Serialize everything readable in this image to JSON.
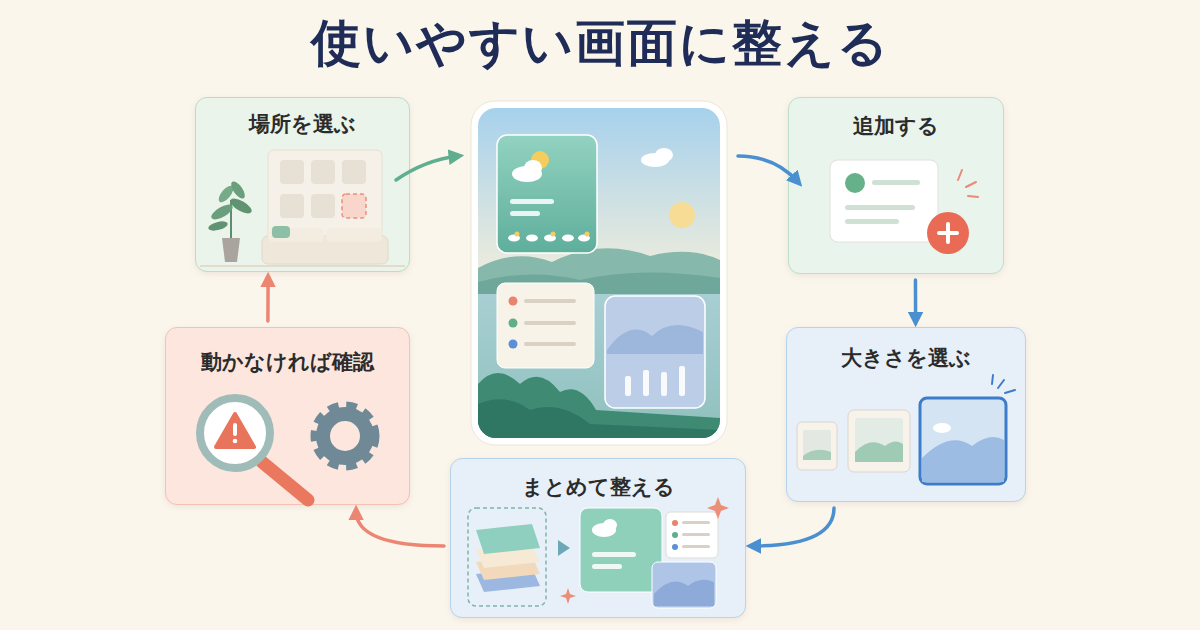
{
  "diagram": {
    "title": "使いやすい画面に整える",
    "nodes": [
      {
        "text": [
          "場所を選ぶ"
        ]
      },
      {
        "text": [
          "追加する"
        ]
      },
      {
        "text": [
          "大きさを選ぶ"
        ]
      },
      {
        "text": [
          "まとめて整える"
        ]
      },
      {
        "text": [
          "動かなければ確認"
        ]
      }
    ],
    "edges": [
      {
        "from": 1,
        "to": 2,
        "arrow": "to"
      },
      {
        "from": 2,
        "to": 3,
        "arrow": "to"
      },
      {
        "from": 3,
        "to": 4,
        "arrow": "to"
      },
      {
        "from": 4,
        "to": 0,
        "arrow": "to"
      }
    ]
  }
}
